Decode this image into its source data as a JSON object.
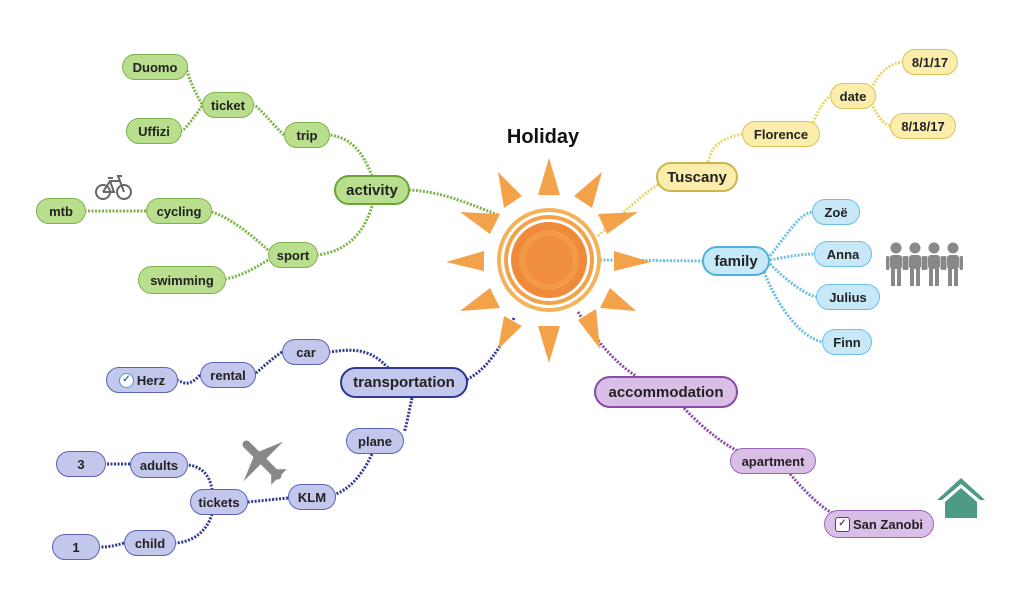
{
  "title": "Holiday",
  "colors": {
    "activity": "#7cb44a",
    "tuscany": "#d8c35a",
    "family": "#6cbfe4",
    "transportation": "#2f3a90",
    "accommodation": "#8a4aa8",
    "sun_ray": "#f3a24a",
    "sun_core": "#ef8a3a",
    "house": "#4d9a86",
    "icon_gray": "#888888"
  },
  "nodes": {
    "activity": "activity",
    "trip": "trip",
    "ticket": "ticket",
    "duomo": "Duomo",
    "uffizi": "Uffizi",
    "sport": "sport",
    "cycling": "cycling",
    "mtb": "mtb",
    "swimming": "swimming",
    "tuscany": "Tuscany",
    "florence": "Florence",
    "date": "date",
    "date1": "8/1/17",
    "date2": "8/18/17",
    "family": "family",
    "zoe": "Zoë",
    "anna": "Anna",
    "julius": "Julius",
    "finn": "Finn",
    "transportation": "transportation",
    "car": "car",
    "rental": "rental",
    "herz": "Herz",
    "plane": "plane",
    "klm": "KLM",
    "tickets": "tickets",
    "adults": "adults",
    "adults_count": "3",
    "child": "child",
    "child_count": "1",
    "accommodation": "accommodation",
    "apartment": "apartment",
    "san_zanobi": "San Zanobi"
  },
  "icons": {
    "bicycle": "bicycle-icon",
    "people": "people-icon",
    "airplane": "airplane-icon",
    "house": "house-icon",
    "sun": "sun-icon",
    "check_round": "check-circle-icon",
    "check_square": "checkbox-icon"
  }
}
